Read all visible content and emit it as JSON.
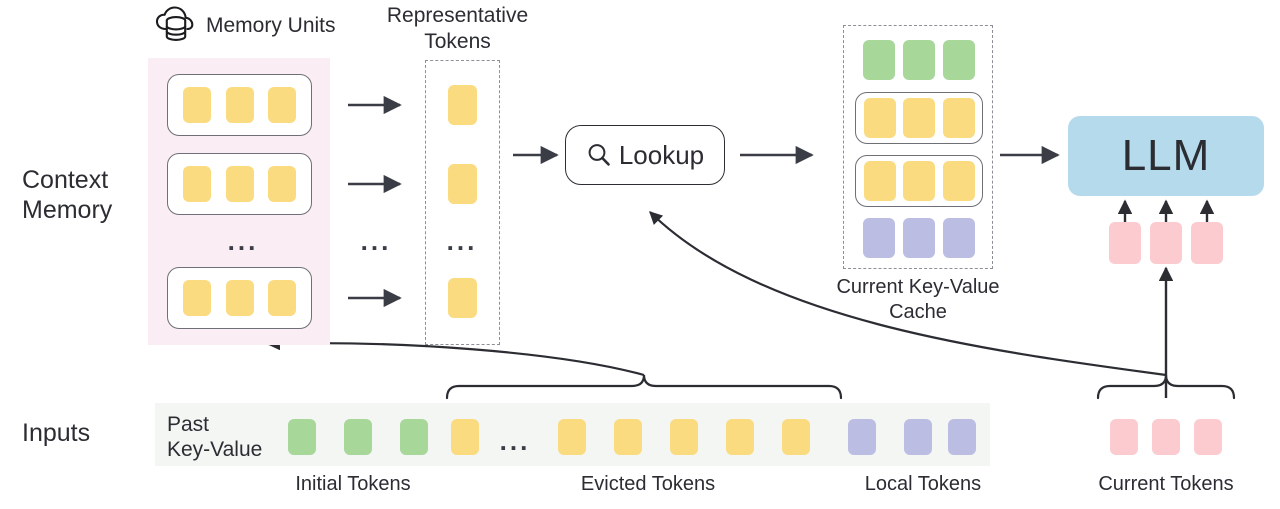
{
  "diagram": {
    "title_icons": {
      "memory_cloud": "cloud-database-icon",
      "lookup_search": "search-icon"
    },
    "row_labels": {
      "context_memory": "Context\nMemory",
      "inputs": "Inputs"
    },
    "headings": {
      "memory_units": "Memory Units",
      "representative_tokens": "Representative\nTokens",
      "current_kv_cache": "Current Key-Value\nCache"
    },
    "lookup": {
      "label": "Lookup"
    },
    "llm": {
      "label": "LLM"
    },
    "input_row": {
      "left_label": "Past\nKey-Value",
      "ellipsis": "...",
      "groups": [
        {
          "name": "initial",
          "caption": "Initial Tokens",
          "count": 3,
          "color": "green"
        },
        {
          "name": "evicted",
          "caption": "Evicted Tokens",
          "count": 6,
          "color": "yellow"
        },
        {
          "name": "local",
          "caption": "Local Tokens",
          "count": 3,
          "color": "purple"
        },
        {
          "name": "current",
          "caption": "Current Tokens",
          "count": 3,
          "color": "pink"
        }
      ]
    },
    "memory_units": {
      "ellipsis": "...",
      "units": [
        {
          "tokens": 3,
          "color": "yellow"
        },
        {
          "tokens": 3,
          "color": "yellow"
        },
        {
          "tokens": 3,
          "color": "yellow"
        }
      ]
    },
    "representative_tokens": {
      "ellipsis": "...",
      "tokens": 3,
      "color": "yellow"
    },
    "kv_cache_rows": [
      {
        "name": "initial-row",
        "color": "green",
        "count": 3,
        "boxed": false
      },
      {
        "name": "retrieved-row-1",
        "color": "yellow",
        "count": 3,
        "boxed": true
      },
      {
        "name": "retrieved-row-2",
        "color": "yellow",
        "count": 3,
        "boxed": true
      },
      {
        "name": "local-row",
        "color": "purple",
        "count": 3,
        "boxed": false
      }
    ],
    "colors": {
      "yellow": "#FBDB80",
      "green": "#A8D79A",
      "purple": "#BCBDE3",
      "pink": "#FBCBD0",
      "llm_blue": "#B4DAEC",
      "memory_panel": "#FAEDF4",
      "input_strip": "#F4F6F4",
      "stroke": "#2b2d33",
      "dashed": "#8d8f96"
    }
  }
}
